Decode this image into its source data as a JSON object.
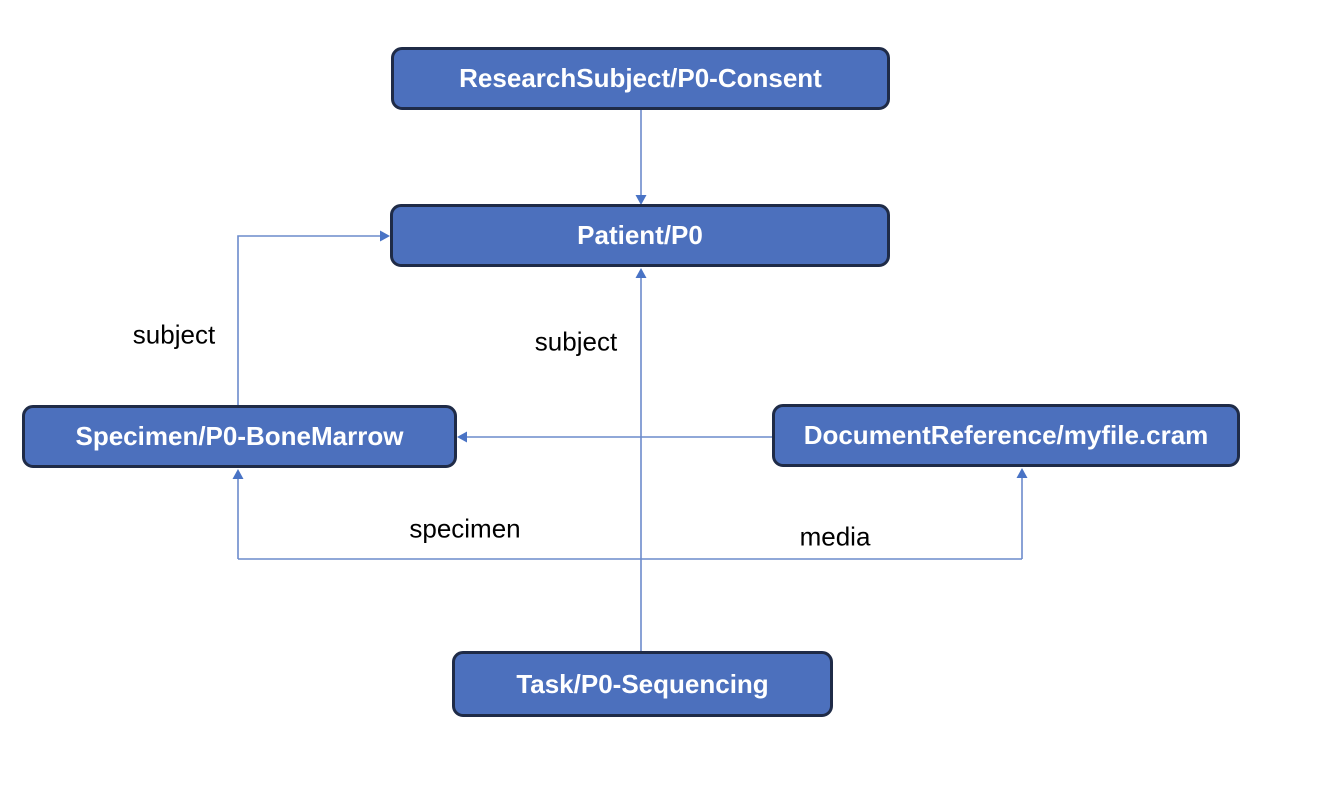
{
  "diagram": {
    "title": "FHIR resource relationship diagram",
    "nodes": {
      "research_subject": {
        "label": "ResearchSubject/P0-Consent"
      },
      "patient": {
        "label": "Patient/P0"
      },
      "specimen": {
        "label": "Specimen/P0-BoneMarrow"
      },
      "document_reference": {
        "label": "DocumentReference/myfile.cram"
      },
      "task": {
        "label": "Task/P0-Sequencing"
      }
    },
    "edge_labels": {
      "subject_left": "subject",
      "subject_center": "subject",
      "specimen": "specimen",
      "media": "media"
    },
    "edges": [
      {
        "from": "ResearchSubject/P0-Consent",
        "to": "Patient/P0",
        "label": ""
      },
      {
        "from": "Specimen/P0-BoneMarrow",
        "to": "Patient/P0",
        "label": "subject"
      },
      {
        "from": "Task/P0-Sequencing",
        "to": "Patient/P0",
        "label": "subject"
      },
      {
        "from": "DocumentReference/myfile.cram",
        "to": "Specimen/P0-BoneMarrow",
        "label": ""
      },
      {
        "from": "Task/P0-Sequencing",
        "to": "Specimen/P0-BoneMarrow",
        "label": "specimen"
      },
      {
        "from": "Task/P0-Sequencing",
        "to": "DocumentReference/myfile.cram",
        "label": "media"
      }
    ],
    "colors": {
      "node_fill": "#4C70BD",
      "node_border": "#1F2B47",
      "node_text": "#FFFFFF",
      "connector": "#6C8BCC",
      "arrowhead": "#4973C5",
      "label_text": "#000000",
      "background": "#FFFFFF"
    }
  }
}
